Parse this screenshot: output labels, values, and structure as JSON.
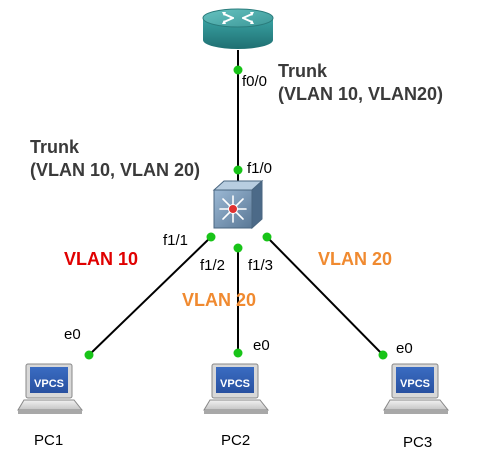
{
  "colors": {
    "link": "#000000",
    "port_dot": "#18c418",
    "vlan10": "#e00000",
    "vlan20": "#f08a30",
    "trunk_text": "#3a3a3a",
    "router_body": "#2f8f8f",
    "switch_body": "#6a8aa8"
  },
  "devices": {
    "router": {
      "icon": "router-icon"
    },
    "switch": {
      "icon": "multilayer-switch-icon"
    },
    "pcs": [
      {
        "name": "PC1",
        "screen_label": "VPCS",
        "port": "e0"
      },
      {
        "name": "PC2",
        "screen_label": "VPCS",
        "port": "e0"
      },
      {
        "name": "PC3",
        "screen_label": "VPCS",
        "port": "e0"
      }
    ]
  },
  "ports": {
    "router_f0_0": "f0/0",
    "switch_f1_0": "f1/0",
    "switch_f1_1": "f1/1",
    "switch_f1_2": "f1/2",
    "switch_f1_3": "f1/3"
  },
  "annotations": {
    "trunk_router": {
      "line1": "Trunk",
      "line2": "(VLAN 10, VLAN20)"
    },
    "trunk_switch": {
      "line1": "Trunk",
      "line2": "(VLAN 10, VLAN 20)"
    },
    "vlan_pc1": "VLAN 10",
    "vlan_pc2": "VLAN 20",
    "vlan_pc3": "VLAN 20"
  }
}
